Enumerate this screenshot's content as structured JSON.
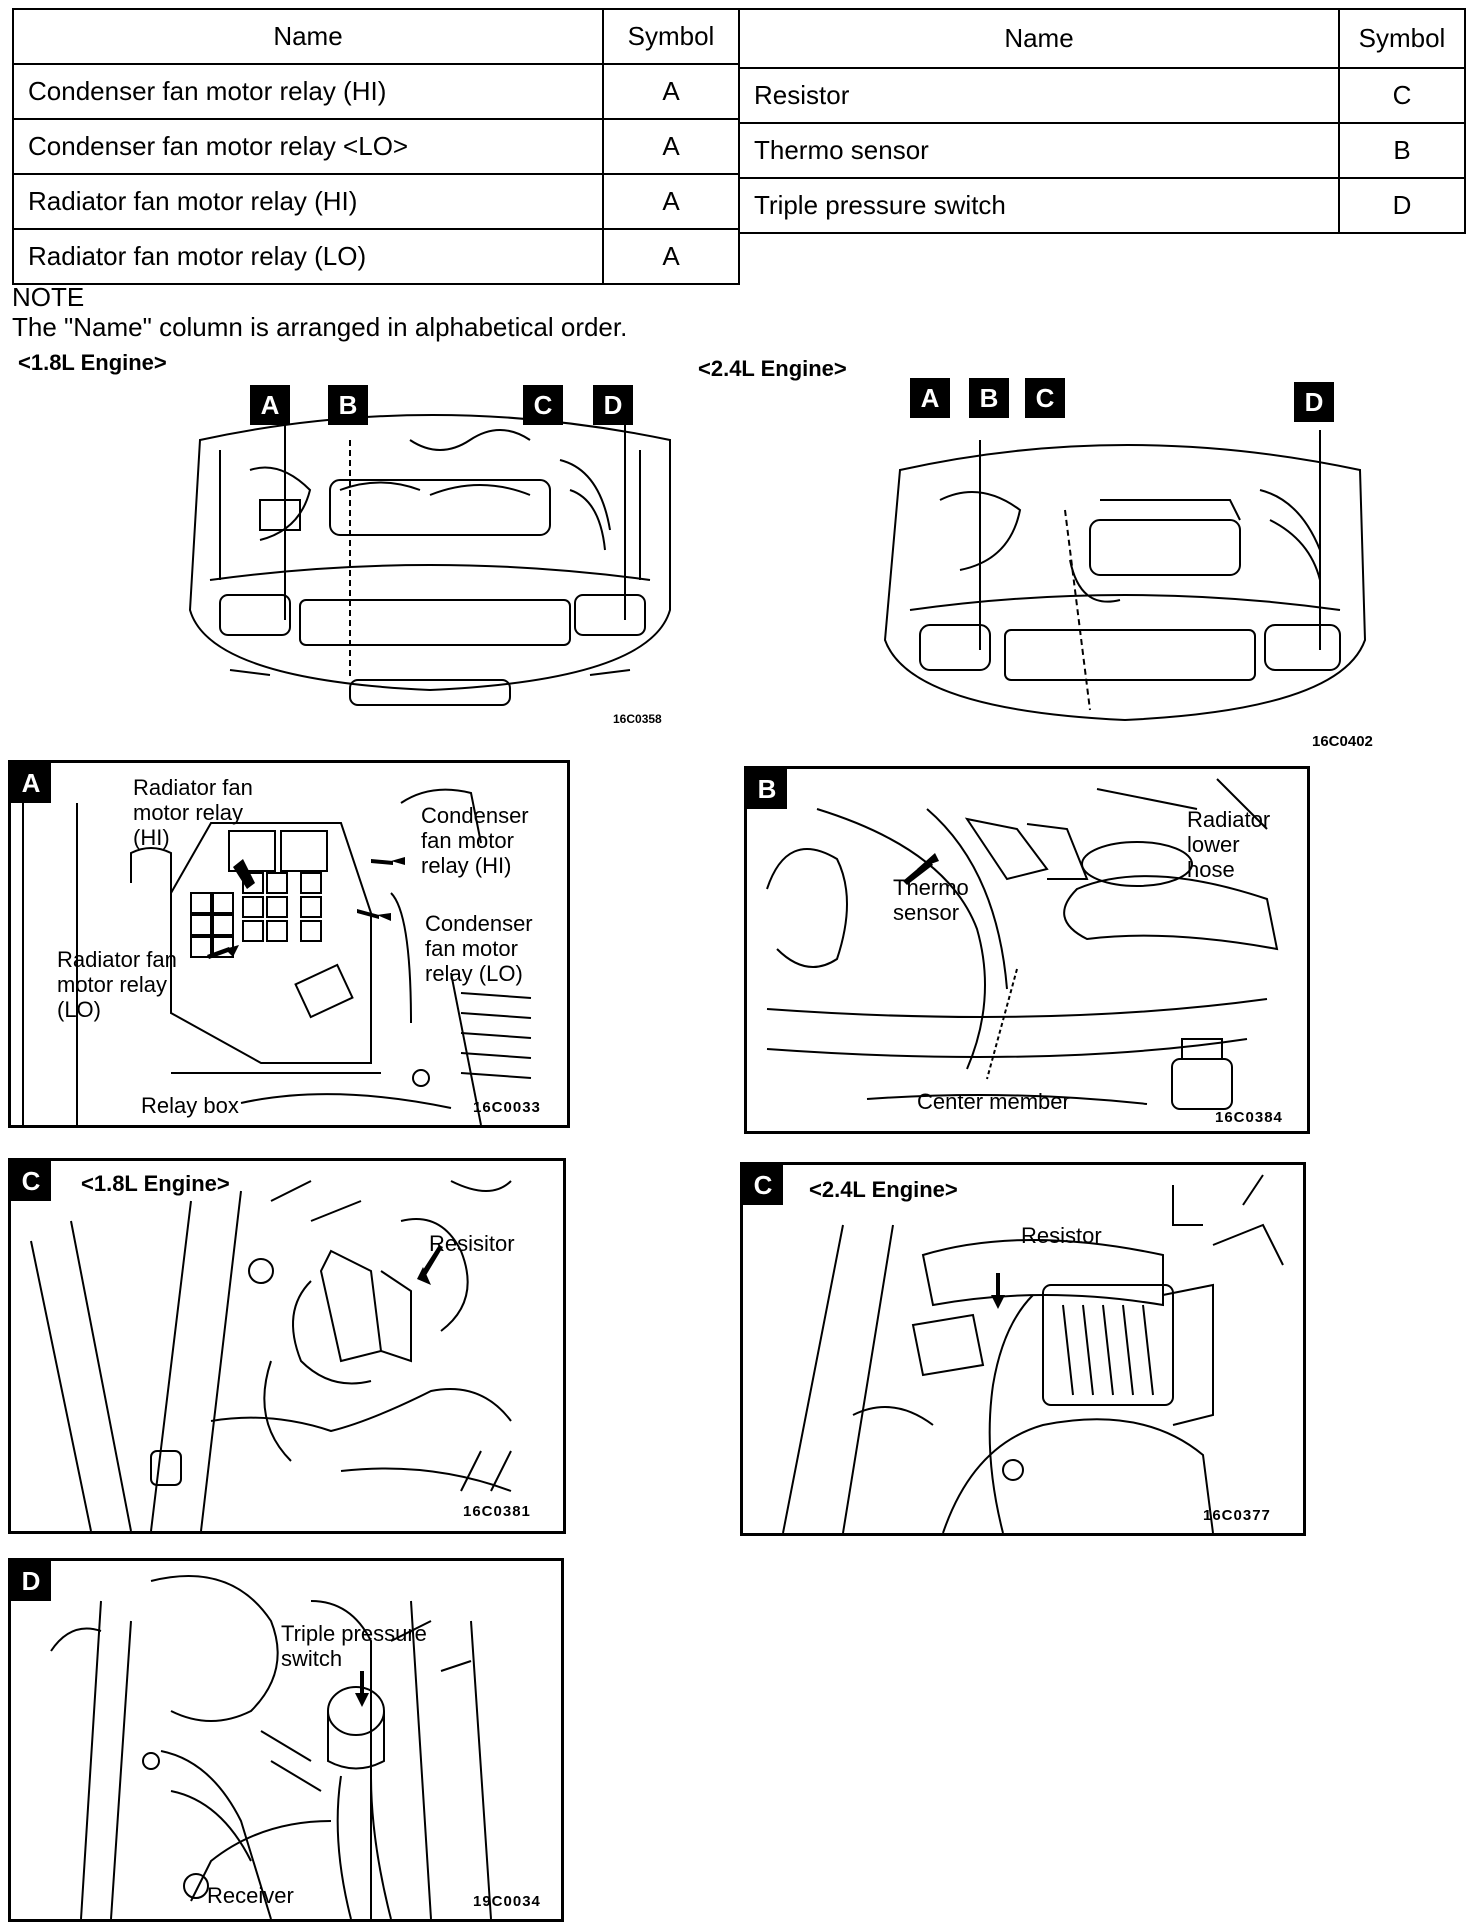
{
  "table": {
    "headers": [
      "Name",
      "Symbol",
      "Name",
      "Symbol"
    ],
    "left_rows": [
      {
        "name": "Condenser fan motor relay (HI)",
        "symbol": "A"
      },
      {
        "name": "Condenser fan motor relay <LO>",
        "symbol": "A"
      },
      {
        "name": "Radiator fan motor relay (HI)",
        "symbol": "A"
      },
      {
        "name": "Radiator fan motor relay (LO)",
        "symbol": "A"
      }
    ],
    "right_rows": [
      {
        "name": "Resistor",
        "symbol": "C"
      },
      {
        "name": "Thermo sensor",
        "symbol": "B"
      },
      {
        "name": "Triple pressure switch",
        "symbol": "D"
      }
    ]
  },
  "note": {
    "heading": "NOTE",
    "text": "The \"Name\" column is arranged in alphabetical order."
  },
  "overview": {
    "engine_18": {
      "label": "<1.8L Engine>",
      "letters": [
        "A",
        "B",
        "C",
        "D"
      ],
      "code": "16C0358"
    },
    "engine_24": {
      "label": "<2.4L Engine>",
      "letters": [
        "A",
        "B",
        "C",
        "D"
      ],
      "code": "16C0402"
    }
  },
  "panels": {
    "a": {
      "letter": "A",
      "labels": {
        "rad_hi": "Radiator fan\nmotor relay\n(HI)",
        "cond_hi": "Condenser\nfan motor\nrelay (HI)",
        "cond_lo": "Condenser\nfan motor\nrelay (LO)",
        "rad_lo": "Radiator fan\nmotor relay\n(LO)",
        "relay_box": "Relay box"
      },
      "code": "16C0033"
    },
    "b": {
      "letter": "B",
      "labels": {
        "thermo": "Thermo\nsensor",
        "hose": "Radiator\nlower\nhose",
        "center": "Center member"
      },
      "code": "16C0384"
    },
    "c18": {
      "letter": "C",
      "engine": "<1.8L Engine>",
      "label": "Resisitor",
      "code": "16C0381"
    },
    "c24": {
      "letter": "C",
      "engine": "<2.4L Engine>",
      "label": "Resistor",
      "code": "16C0377"
    },
    "d": {
      "letter": "D",
      "labels": {
        "switch": "Triple pressure\nswitch",
        "receiver": "Receiver"
      },
      "code": "19C0034"
    }
  }
}
